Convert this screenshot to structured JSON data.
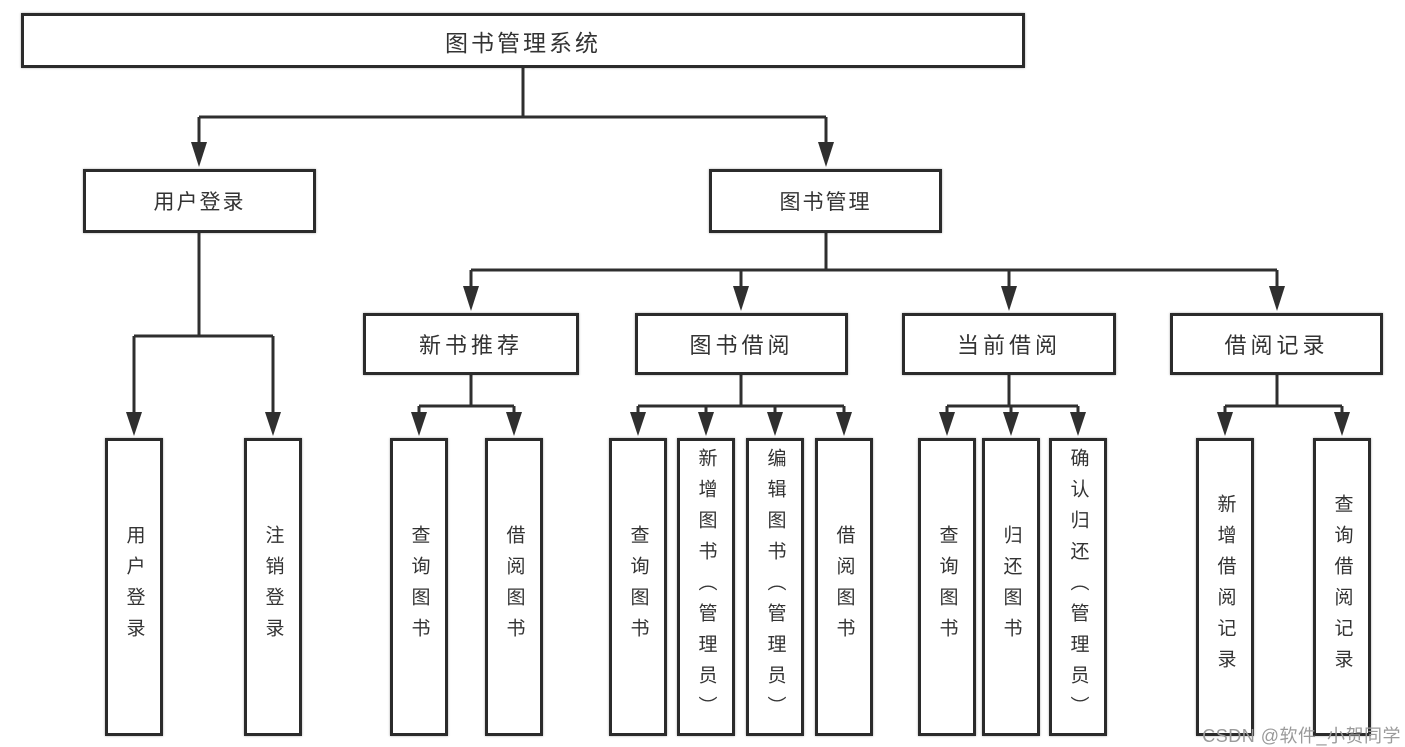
{
  "diagram": {
    "root": "图书管理系统",
    "branches": {
      "user_login": "用户登录",
      "book_management": "图书管理"
    },
    "user_login_children": {
      "login": "用户登录",
      "logout": "注销登录"
    },
    "book_management_children": {
      "new_book_recommend": "新书推荐",
      "book_borrow": "图书借阅",
      "current_borrow": "当前借阅",
      "borrow_records": "借阅记录"
    },
    "new_book_recommend_children": {
      "query_books": "查询图书",
      "borrow_books": "借阅图书"
    },
    "book_borrow_children": {
      "query_books": "查询图书",
      "add_book_admin": "新增图书（管理员）",
      "edit_book_admin": "编辑图书（管理员）",
      "borrow_books": "借阅图书"
    },
    "current_borrow_children": {
      "query_books": "查询图书",
      "return_book": "归还图书",
      "confirm_return_admin": "确认归还（管理员）"
    },
    "borrow_records_children": {
      "add_borrow_record": "新增借阅记录",
      "query_borrow_record": "查询借阅记录"
    }
  },
  "watermark": {
    "text": "CSDN @软件_小贺同学"
  },
  "colors": {
    "line": "#2f2f2f",
    "box_border": "#2b2b2b",
    "box_fill": "#ffffff",
    "text": "#333333",
    "watermark": "#9a9a9a",
    "background": "#ffffff"
  }
}
